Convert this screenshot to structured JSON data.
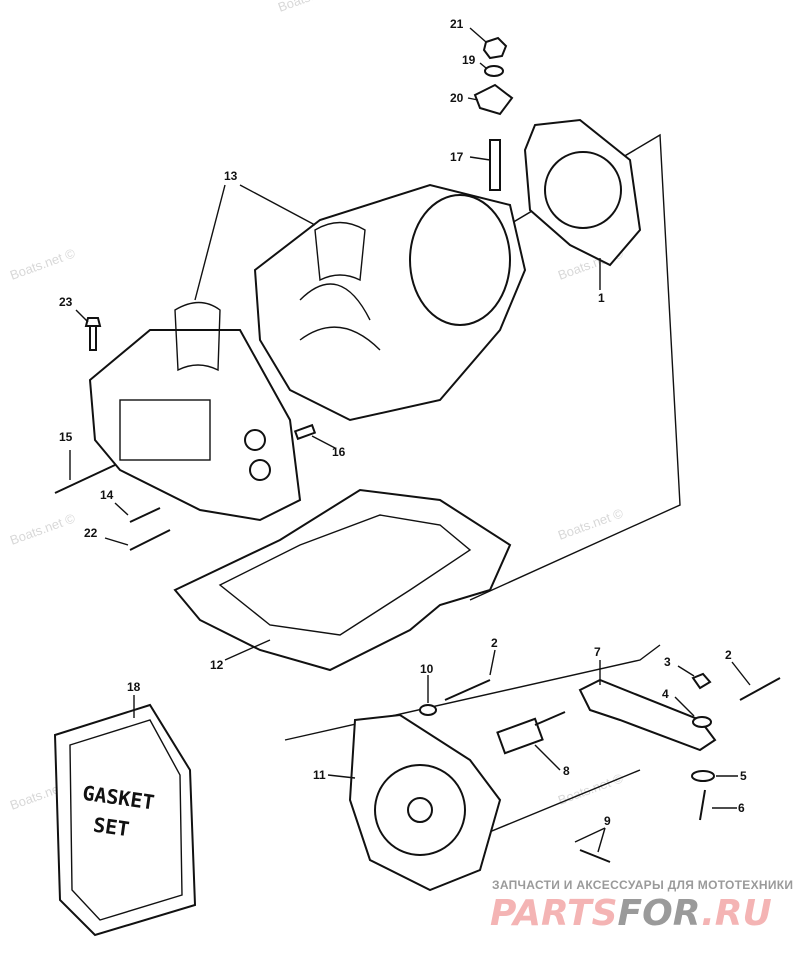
{
  "watermark": "Boats.net ©",
  "callouts": [
    "21",
    "19",
    "20",
    "17",
    "13",
    "23",
    "1",
    "15",
    "16",
    "14",
    "22",
    "12",
    "2",
    "7",
    "3",
    "2",
    "10",
    "4",
    "18",
    "11",
    "8",
    "5",
    "6",
    "9"
  ],
  "gasket_set_label": [
    "GASKET",
    "SET"
  ],
  "footer": {
    "tagline": "ЗАПЧАСТИ И АКСЕССУАРЫ ДЛЯ МОТОТЕХНИКИ",
    "logo_part1": "PARTS",
    "logo_part2": "FOR",
    "logo_part3": ".RU"
  },
  "colors": {
    "logo_pink": "#f4b4b4",
    "logo_gray": "#9a9a9a"
  }
}
